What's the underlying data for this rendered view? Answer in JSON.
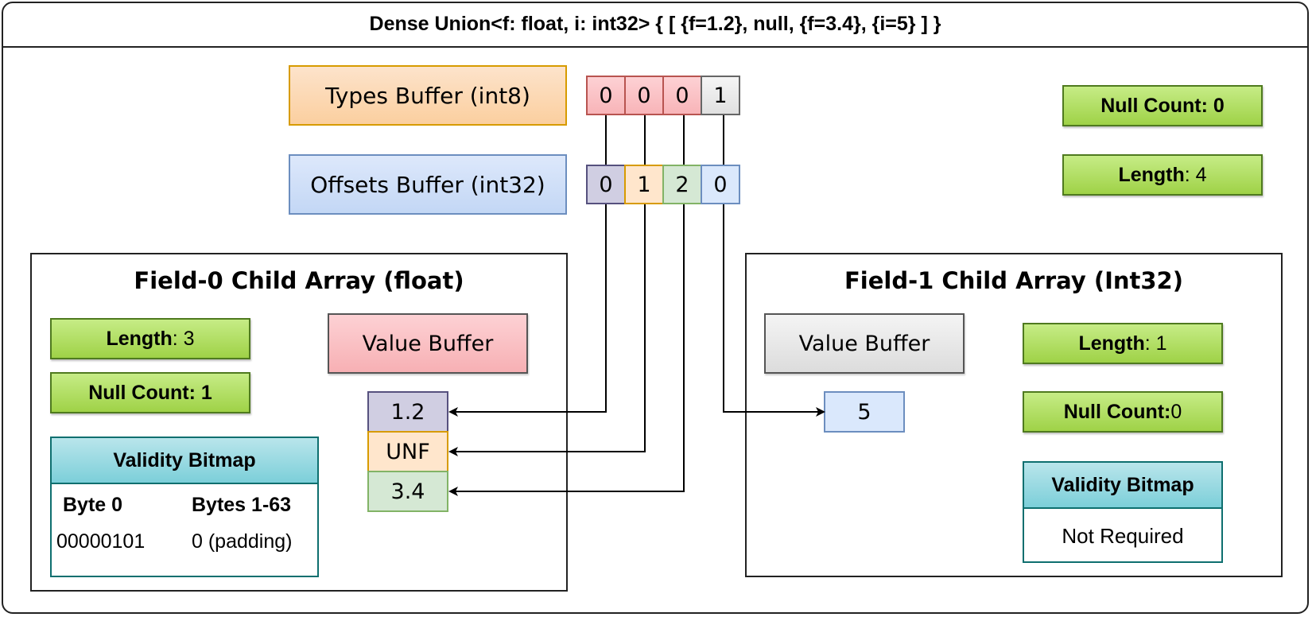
{
  "title": "Dense Union<f: float, i: int32> { [ {f=1.2}, null, {f=3.4}, {i=5} ] }",
  "types_buffer": {
    "label": "Types Buffer (int8)",
    "values": [
      "0",
      "0",
      "0",
      "1"
    ]
  },
  "offsets_buffer": {
    "label": "Offsets Buffer (int32)",
    "values": [
      "0",
      "1",
      "2",
      "0"
    ]
  },
  "top_stats": {
    "null_count": {
      "key": "Null Count: 0",
      "value": ""
    },
    "length": {
      "key": "Length",
      "value": ": 4"
    }
  },
  "field0": {
    "title": "Field-0 Child Array (float)",
    "length": {
      "key": "Length",
      "value": ": 3"
    },
    "null_count": {
      "key": "Null Count: 1",
      "value": ""
    },
    "value_buffer_label": "Value Buffer",
    "values": [
      "1.2",
      "UNF",
      "3.4"
    ],
    "bitmap": {
      "title": "Validity Bitmap",
      "headers": [
        "Byte 0",
        "Bytes 1-63"
      ],
      "row": [
        "00000101",
        "0 (padding)"
      ]
    }
  },
  "field1": {
    "title": "Field-1 Child Array (Int32)",
    "value_buffer_label": "Value Buffer",
    "values": [
      "5"
    ],
    "length": {
      "key": "Length",
      "value": ": 1"
    },
    "null_count": {
      "key": "Null Count:",
      "value": " 0"
    },
    "bitmap": {
      "title": "Validity Bitmap",
      "body": "Not Required"
    }
  },
  "colors": {
    "slot0": "#d0cee2",
    "slot1": "#ffe6cc",
    "slot2": "#d5e8d4",
    "slot3": "#dae8fc",
    "stat_green": "#9fd247",
    "bitmap_teal": "#7ccfd9"
  }
}
